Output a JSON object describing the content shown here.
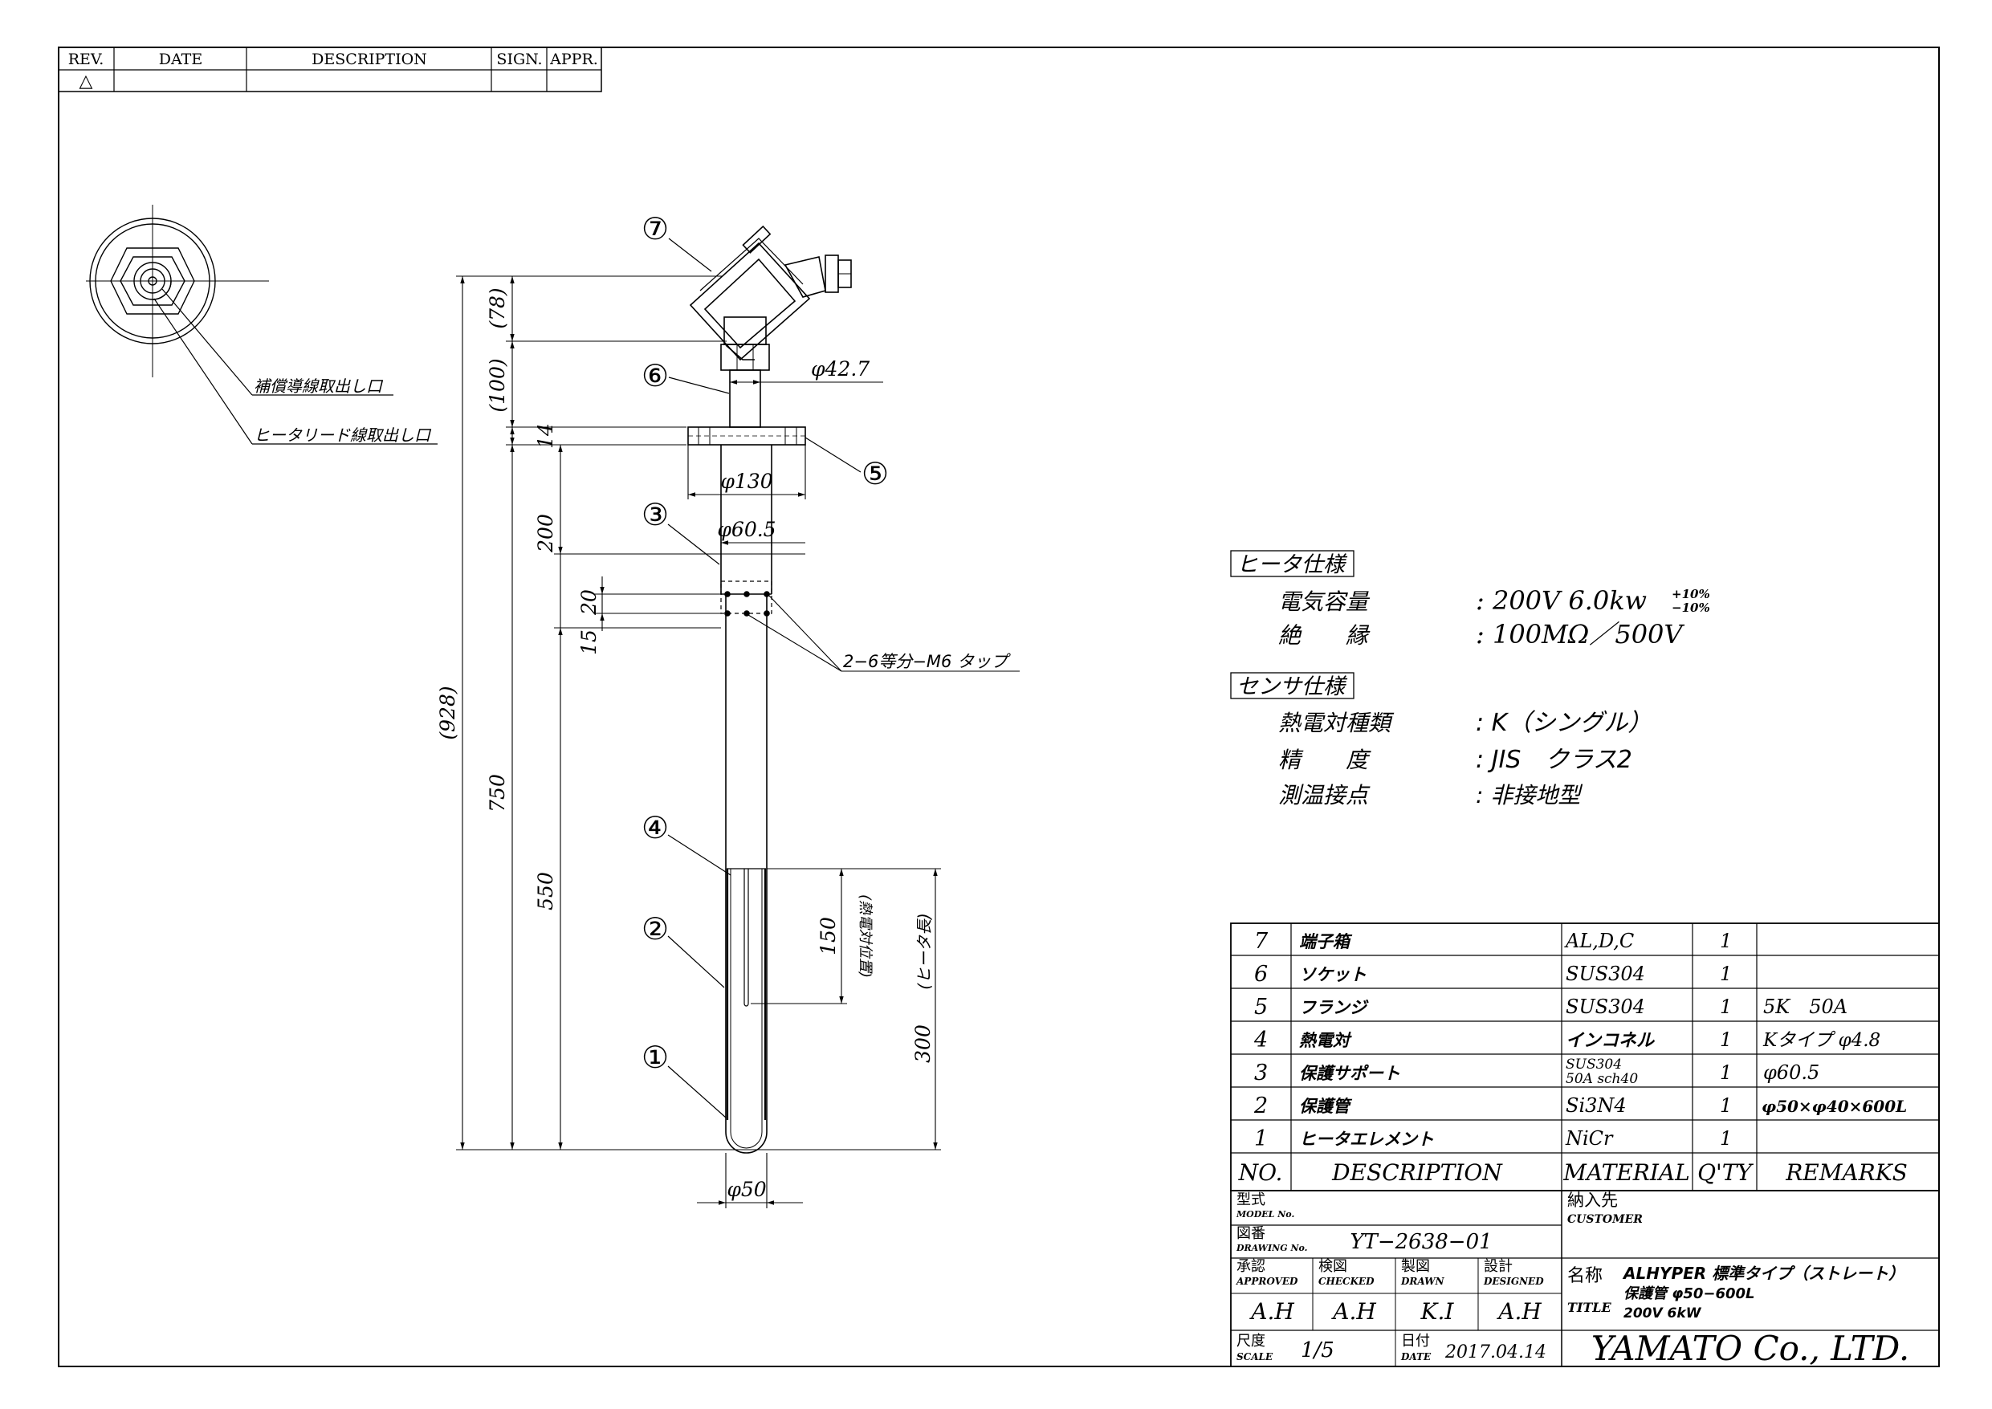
{
  "revision_block": {
    "headers": [
      "REV.",
      "DATE",
      "DESCRIPTION",
      "SIGN.",
      "APPR."
    ],
    "rev_mark": "△"
  },
  "top_view": {
    "label_compensation_outlet": "補償導線取出し口",
    "label_heater_lead_outlet": "ヒータリード線取出し口"
  },
  "dimensions": {
    "overall": "(928)",
    "head": "(78)",
    "socket_len": "(100)",
    "flange_thk": "14",
    "support_len": "200",
    "tap_upper": "20",
    "tap_lower": "15",
    "support_total": "750",
    "tube_len": "550",
    "tc_len": "150",
    "tc_note": "(熱電対位置)",
    "heater_len": "300",
    "heater_note": "(ヒータ長)",
    "socket_dia": "φ42.7",
    "flange_dia": "φ130",
    "support_dia": "φ60.5",
    "tube_dia": "φ50",
    "tap_note": "2−6等分−M6 タップ"
  },
  "balloons": [
    "①",
    "②",
    "③",
    "④",
    "⑤",
    "⑥",
    "⑦"
  ],
  "heater_spec": {
    "heading": "ヒータ仕様",
    "rows": [
      {
        "label": "電気容量",
        "value": ": 200V 6.0kw",
        "sup": "+10%",
        "sub": "−10%"
      },
      {
        "label": "絶　　縁",
        "value": ": 100MΩ／500V"
      }
    ]
  },
  "sensor_spec": {
    "heading": "センサ仕様",
    "rows": [
      {
        "label": "熱電対種類",
        "value": ": K（シングル）"
      },
      {
        "label": "精　　度",
        "value": ": JIS　クラス2"
      },
      {
        "label": "測温接点",
        "value": ": 非接地型"
      }
    ]
  },
  "parts": [
    {
      "no": "7",
      "desc": "端子箱",
      "mat": "AL,D,C",
      "mat2": "",
      "qty": "1",
      "rem": ""
    },
    {
      "no": "6",
      "desc": "ソケット",
      "mat": "SUS304",
      "mat2": "",
      "qty": "1",
      "rem": ""
    },
    {
      "no": "5",
      "desc": "フランジ",
      "mat": "SUS304",
      "mat2": "",
      "qty": "1",
      "rem": "5K　50A"
    },
    {
      "no": "4",
      "desc": "熱電対",
      "mat": "インコネル",
      "mat2": "",
      "qty": "1",
      "rem": "Kタイプ φ4.8"
    },
    {
      "no": "3",
      "desc": "保護サポート",
      "mat": "SUS304",
      "mat2": "50A sch40",
      "qty": "1",
      "rem": "φ60.5"
    },
    {
      "no": "2",
      "desc": "保護管",
      "mat": "Si3N4",
      "mat2": "",
      "qty": "1",
      "rem": "φ50×φ40×600L"
    },
    {
      "no": "1",
      "desc": "ヒータエレメント",
      "mat": "NiCr",
      "mat2": "",
      "qty": "1",
      "rem": ""
    }
  ],
  "parts_header": {
    "no": "NO.",
    "desc": "DESCRIPTION",
    "mat": "MATERIAL",
    "qty": "Q'TY",
    "rem": "REMARKS"
  },
  "title_block": {
    "model_jp": "型式",
    "model_en": "MODEL No.",
    "drawing_jp": "図番",
    "drawing_en": "DRAWING No.",
    "drawing_no": "YT−2638−01",
    "approved_jp": "承認",
    "approved_en": "APPROVED",
    "approved": "A.H",
    "checked_jp": "検図",
    "checked_en": "CHECKED",
    "checked": "A.H",
    "drawn_jp": "製図",
    "drawn_en": "DRAWN",
    "drawn": "K.I",
    "designed_jp": "設計",
    "designed_en": "DESIGNED",
    "designed": "A.H",
    "scale_jp": "尺度",
    "scale_en": "SCALE",
    "scale": "1/5",
    "date_jp": "日付",
    "date_en": "DATE",
    "date": "2017.04.14",
    "customer_jp": "納入先",
    "customer_en": "CUSTOMER",
    "title_jp": "名称",
    "title_en": "TITLE",
    "title_line1": "ALHYPER 標準タイプ（ストレート）",
    "title_line2": "保護管 φ50−600L",
    "title_line3": "200V 6kW",
    "company": "YAMATO Co., LTD."
  }
}
